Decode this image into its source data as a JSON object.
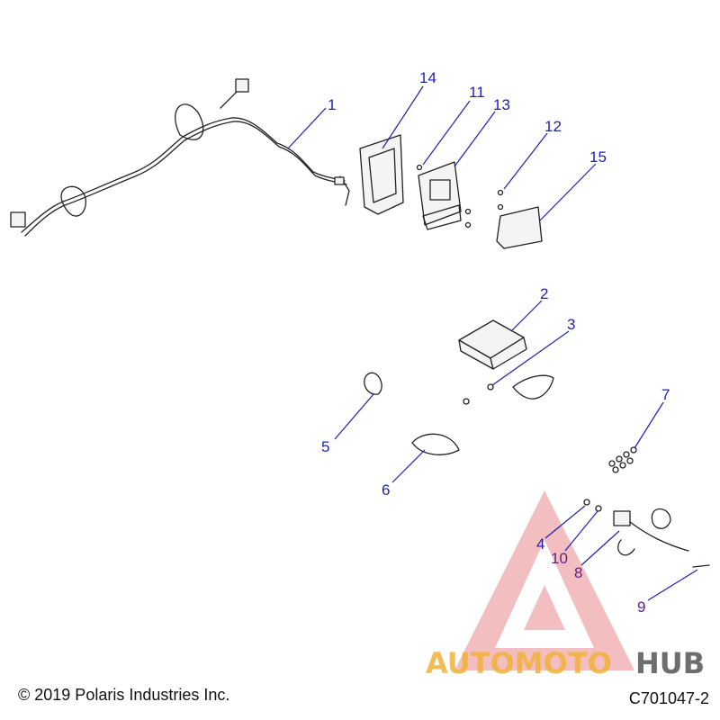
{
  "diagram": {
    "callouts": [
      {
        "id": "1",
        "label": "1"
      },
      {
        "id": "2",
        "label": "2"
      },
      {
        "id": "3",
        "label": "3"
      },
      {
        "id": "4",
        "label": "4"
      },
      {
        "id": "5",
        "label": "5"
      },
      {
        "id": "6",
        "label": "6"
      },
      {
        "id": "7",
        "label": "7"
      },
      {
        "id": "8",
        "label": "8"
      },
      {
        "id": "9",
        "label": "9"
      },
      {
        "id": "10",
        "label": "10"
      },
      {
        "id": "11",
        "label": "11"
      },
      {
        "id": "12",
        "label": "12"
      },
      {
        "id": "13",
        "label": "13"
      },
      {
        "id": "14",
        "label": "14"
      },
      {
        "id": "15",
        "label": "15"
      }
    ],
    "callout_color": "#1f1fb0",
    "callout_color_alt": "#5a1f8a"
  },
  "footer": {
    "copyright": "© 2019 Polaris Industries Inc.",
    "drawing_number": "C701047-2"
  },
  "watermark": {
    "brand_part1": "AUTOMOTO",
    "brand_part2": "HUB",
    "color_primary": "#e0585c",
    "color_secondary": "#f0b23a",
    "color_tertiary": "#555555"
  }
}
